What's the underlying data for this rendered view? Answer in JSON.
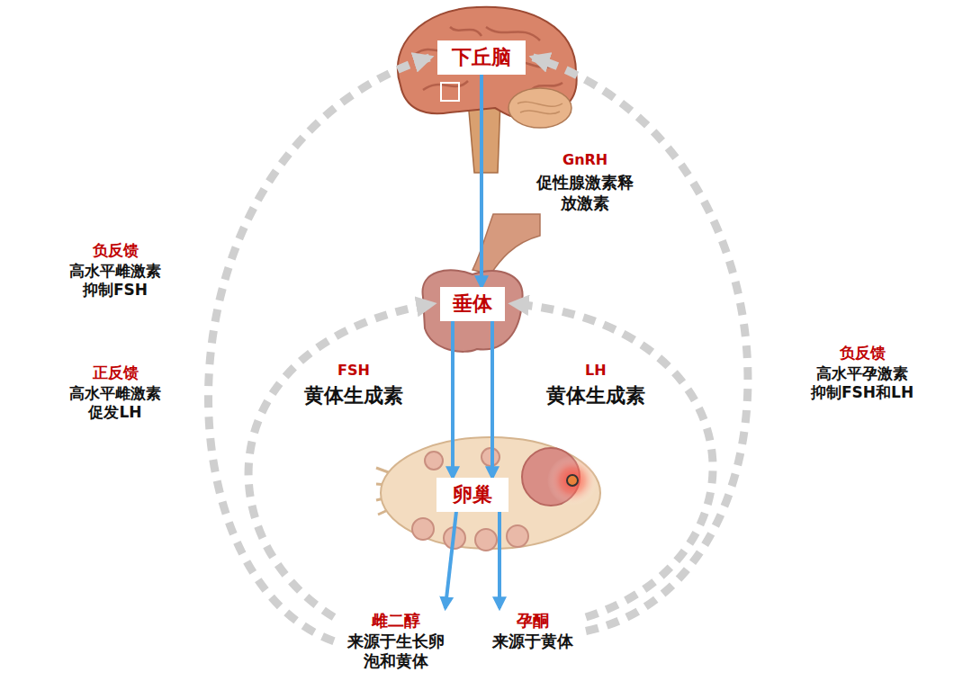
{
  "diagram": {
    "nodes": [
      {
        "text": [
          "下丘脑"
        ]
      },
      {
        "text": [
          "垂体"
        ]
      },
      {
        "text": [
          "卵巢"
        ]
      },
      {
        "text": [
          "雌二醇",
          "来源于生长卵泡和黄体"
        ]
      },
      {
        "text": [
          "孕酮",
          "来源于黄体"
        ]
      }
    ],
    "edges": [
      {
        "from": 0,
        "to": 1,
        "arrow": "to"
      },
      {
        "from": 1,
        "to": 2,
        "arrow": "to"
      },
      {
        "from": 1,
        "to": 2,
        "arrow": "to"
      },
      {
        "from": 2,
        "to": 3,
        "arrow": "to"
      },
      {
        "from": 2,
        "to": 4,
        "arrow": "to"
      },
      {
        "from": 3,
        "to": 0,
        "arrow": "to"
      },
      {
        "from": 3,
        "to": 1,
        "arrow": "to"
      },
      {
        "from": 4,
        "to": 0,
        "arrow": "to"
      },
      {
        "from": 4,
        "to": 1,
        "arrow": "to"
      }
    ],
    "labels": [
      "GnRH",
      "促性腺激素释放激素",
      "FSH",
      "黄体生成素",
      "LH",
      "黄体生成素",
      "负反馈",
      "高水平雌激素 抑制FSH",
      "正反馈",
      "高水平雌激素 促发LH",
      "负反馈",
      "高水平孕激素 抑制FSH和LH"
    ]
  }
}
